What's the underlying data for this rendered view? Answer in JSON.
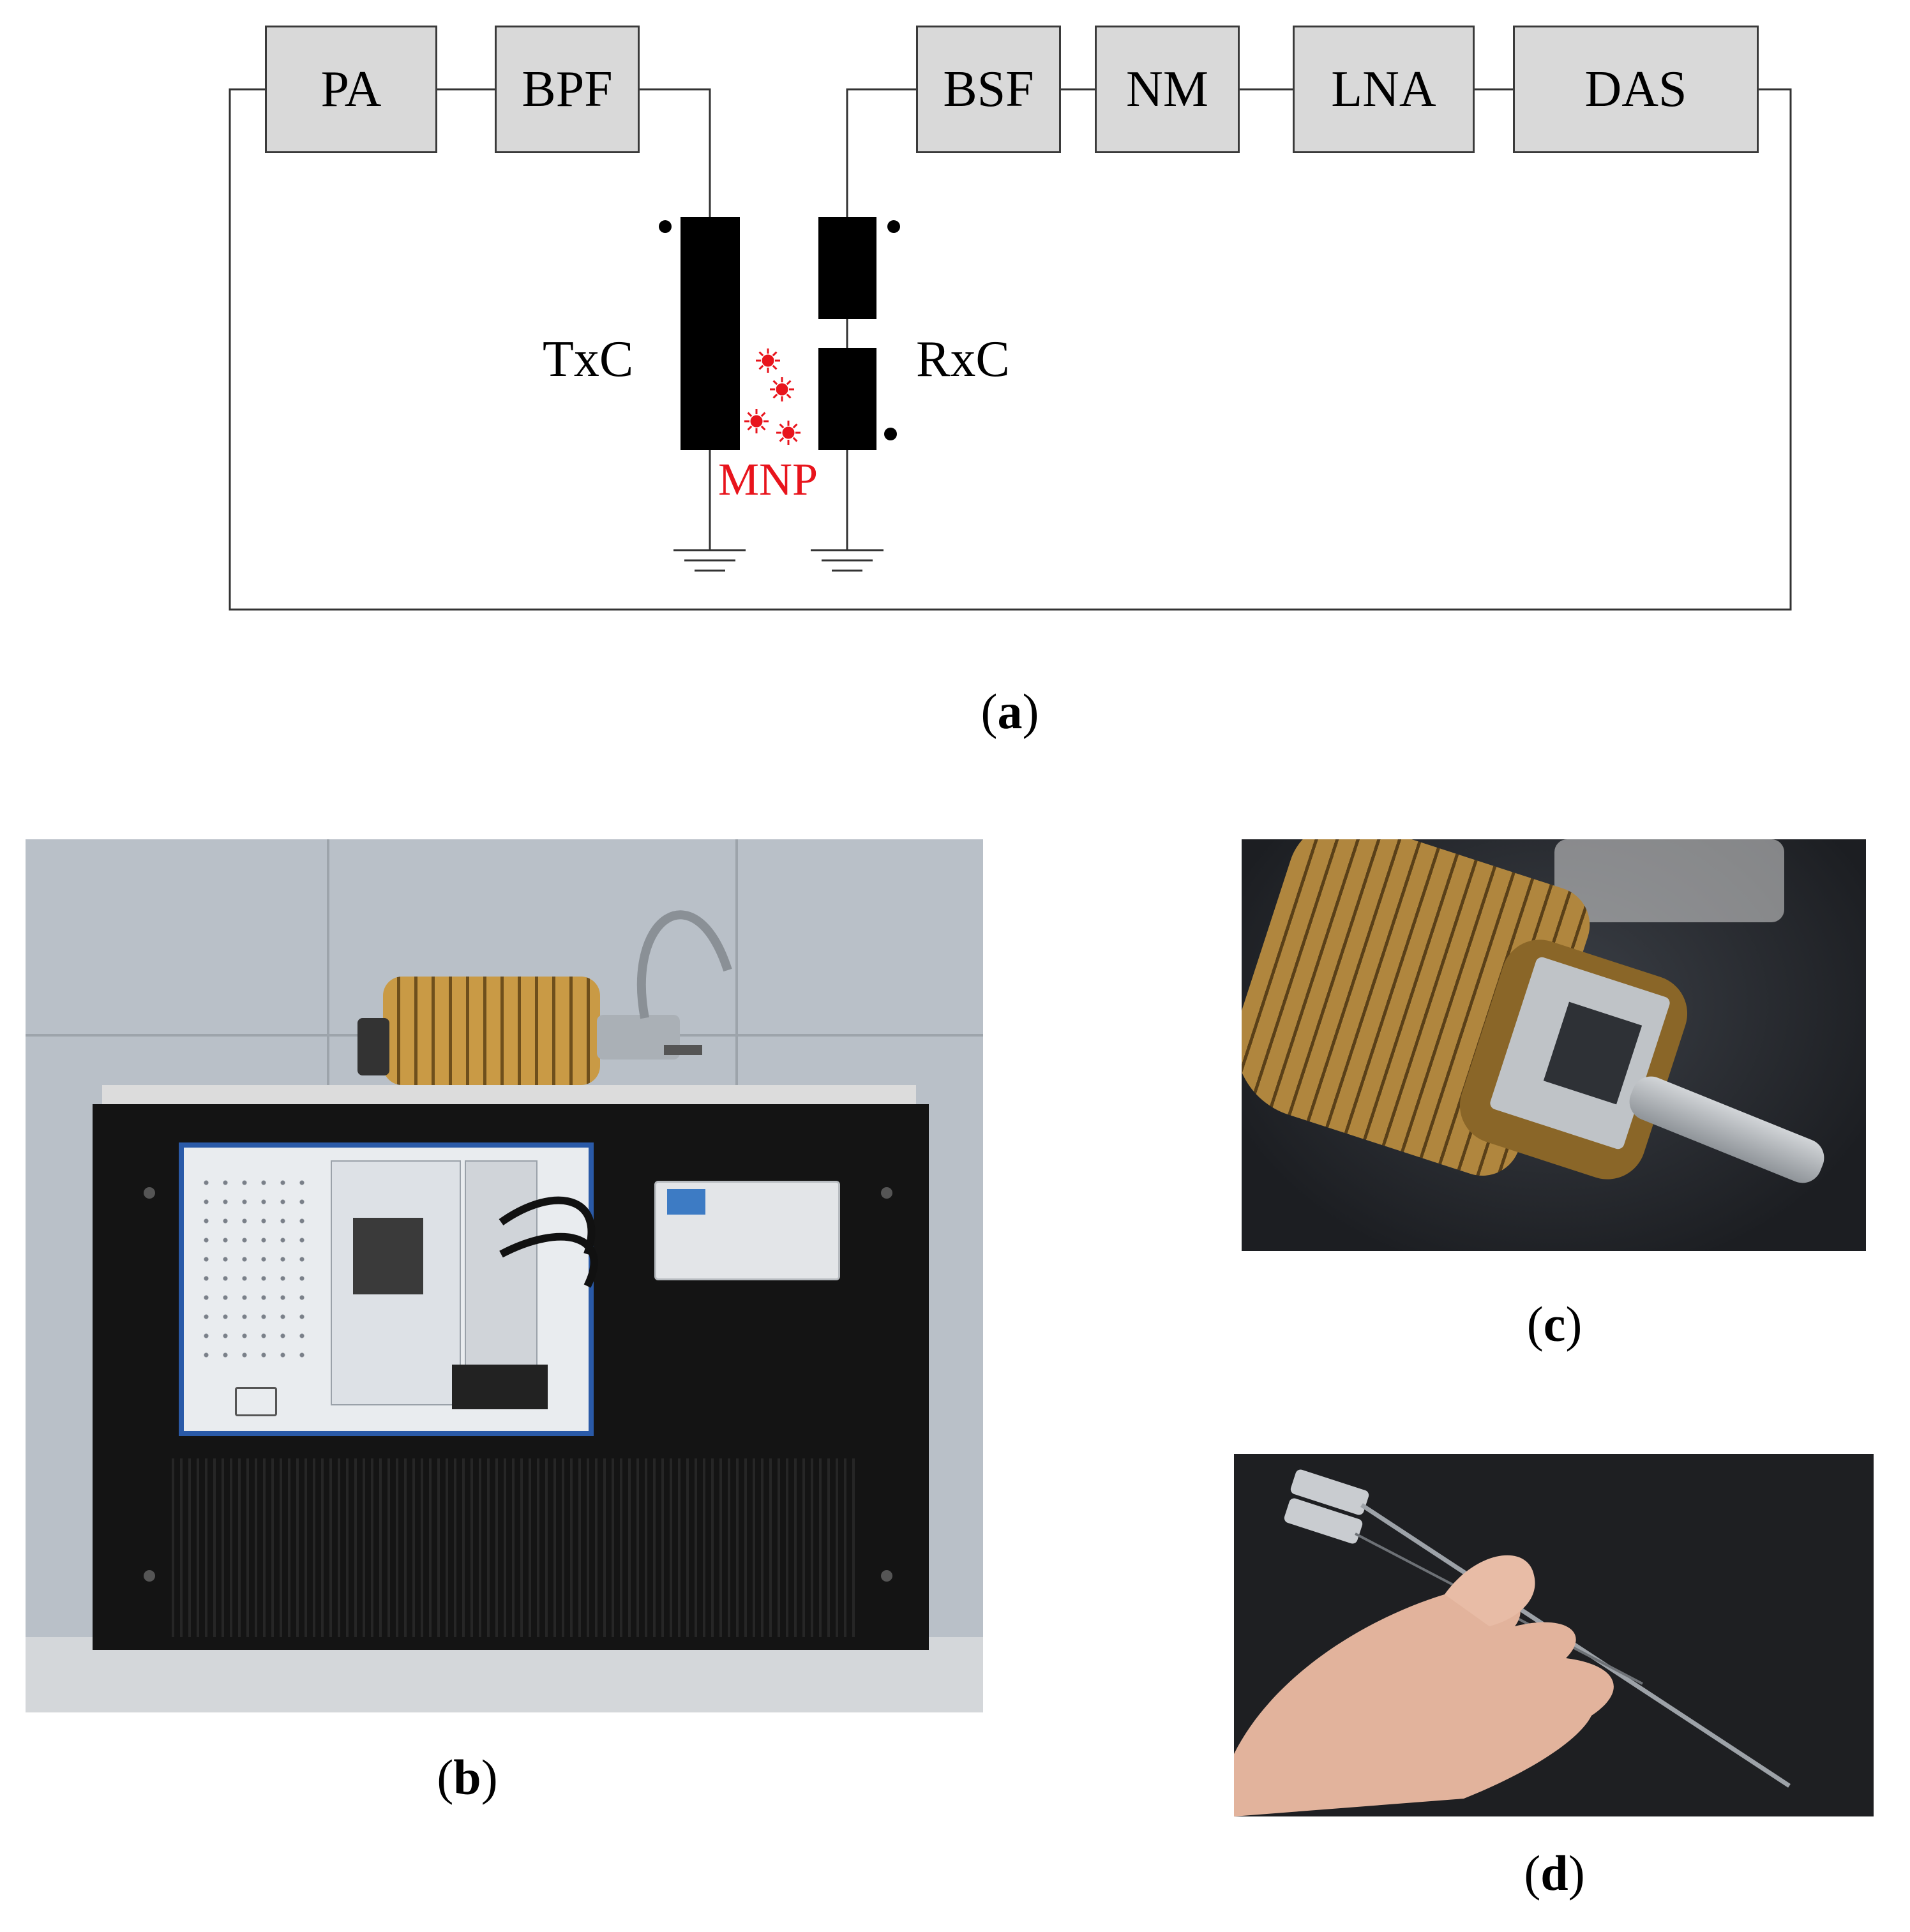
{
  "diagram": {
    "blocks": [
      {
        "id": "pa",
        "label": "PA"
      },
      {
        "id": "bpf",
        "label": "BPF"
      },
      {
        "id": "bsf",
        "label": "BSF"
      },
      {
        "id": "nm",
        "label": "NM"
      },
      {
        "id": "lna",
        "label": "LNA"
      },
      {
        "id": "das",
        "label": "DAS"
      }
    ],
    "tx_coil_label": "TxC",
    "rx_coil_label": "RxC",
    "particles_label": "MNP",
    "particle_color": "#e8141c",
    "caption_letter": "a"
  },
  "photos": {
    "b": {
      "caption_letter": "b"
    },
    "c": {
      "caption_letter": "c"
    },
    "d": {
      "caption_letter": "d"
    }
  },
  "colors": {
    "block_fill": "#d9d9d9",
    "cabinet": "#111111",
    "ni_panel": "#e9ecef",
    "ni_blue": "#2a5aa8",
    "brass": "#b8893a"
  }
}
